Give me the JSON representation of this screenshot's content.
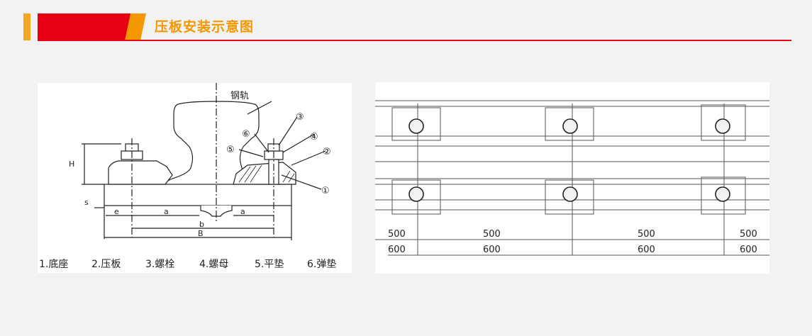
{
  "header": {
    "title": "压板安装示意图",
    "accent_color": "#e60012",
    "stripe_color": "#f5a623",
    "title_color": "#f39800"
  },
  "left_diagram": {
    "rail_label": "钢轨",
    "callouts": [
      "①",
      "②",
      "③",
      "④",
      "⑤",
      "⑥"
    ],
    "dim_labels": {
      "h": "H",
      "s": "s",
      "e": "e",
      "a": "a",
      "a2": "a",
      "b": "b",
      "B": "B"
    },
    "legend": [
      "1.底座",
      "2.压板",
      "3.螺栓",
      "4.螺母",
      "5.平垫",
      "6.弹垫"
    ]
  },
  "right_diagram": {
    "row1": [
      "500",
      "500",
      "500",
      "500"
    ],
    "row2": [
      "600",
      "600",
      "600",
      "600"
    ]
  }
}
